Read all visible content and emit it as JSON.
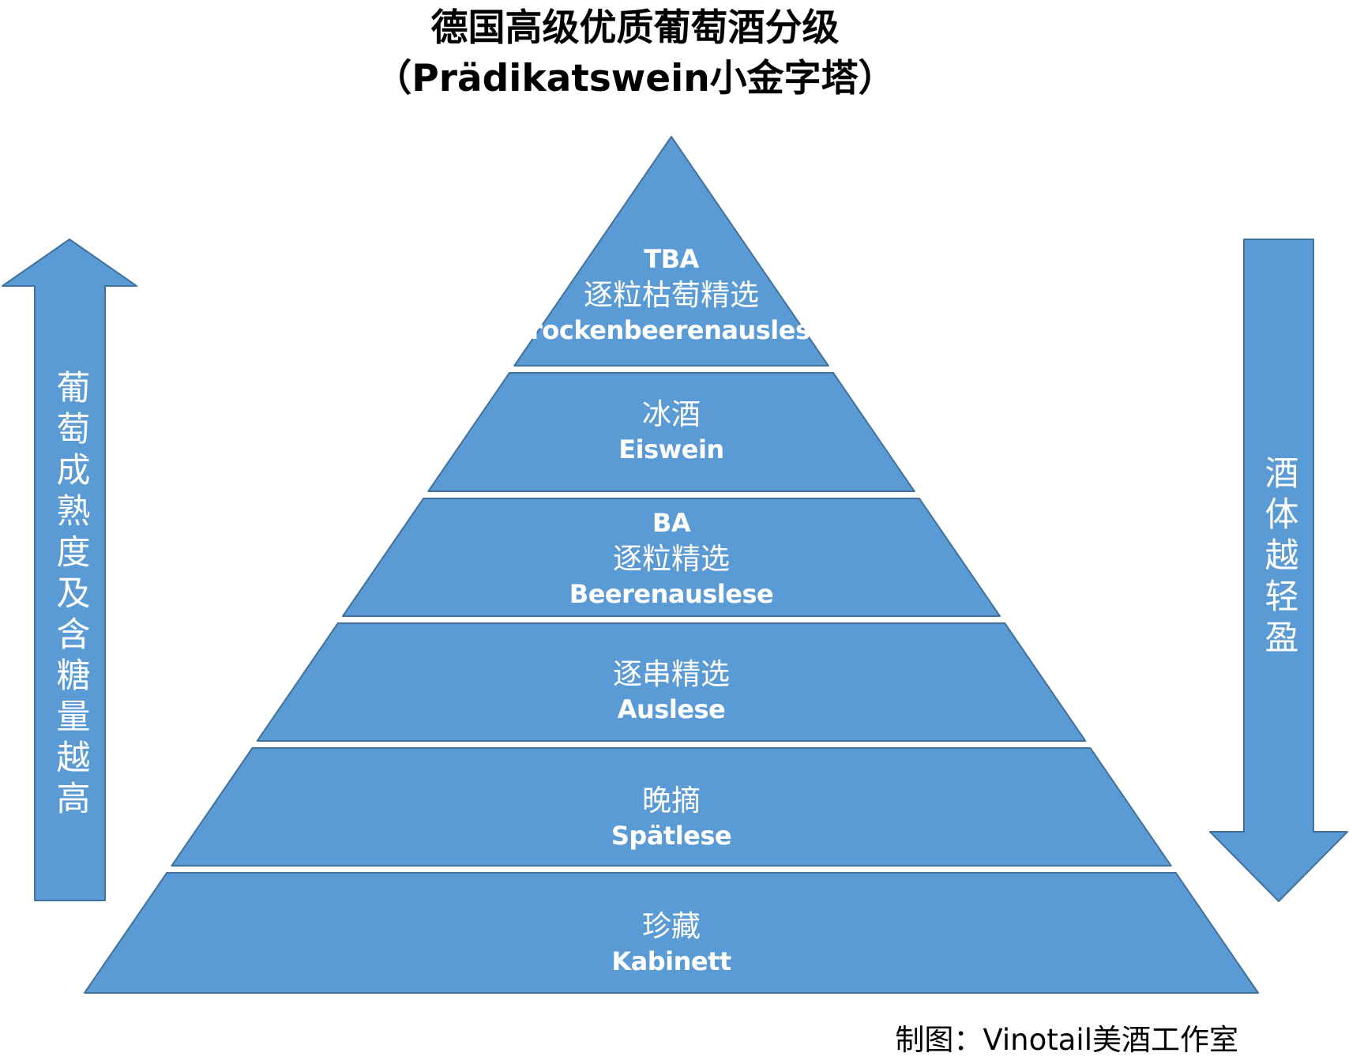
{
  "title": {
    "line1": "德国高级优质葡萄酒分级",
    "line2": "（Prädikatswein小金字塔）"
  },
  "pyramid": {
    "levels": [
      {
        "abbr": "TBA",
        "zh": "逐粒枯萄精选",
        "de": "Trockenbeerenauslese"
      },
      {
        "zh": "冰酒",
        "de": "Eiswein"
      },
      {
        "abbr": "BA",
        "zh": "逐粒精选",
        "de": "Beerenauslese"
      },
      {
        "zh": "逐串精选",
        "de": "Auslese"
      },
      {
        "zh": "晚摘",
        "de": "Spätlese"
      },
      {
        "zh": "珍藏",
        "de": "Kabinett"
      }
    ]
  },
  "left_arrow": {
    "text": "葡萄成熟度及含糖量越高",
    "direction": "up"
  },
  "right_arrow": {
    "text": "酒体越轻盈",
    "direction": "down"
  },
  "credit": "制图：Vinotail美酒工作室",
  "colors": {
    "shape_fill": "#5b9bd5",
    "shape_border": "#41719c",
    "label_text": "#ffffff",
    "title_text": "#000000"
  }
}
